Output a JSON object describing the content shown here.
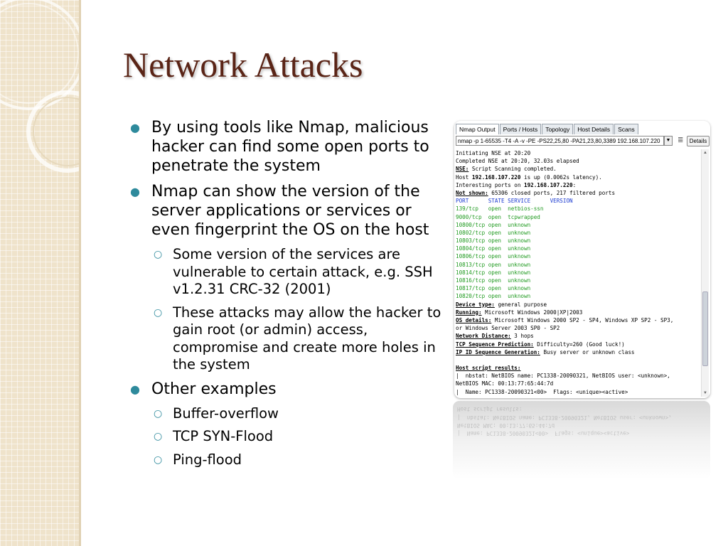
{
  "slide": {
    "title": "Network Attacks",
    "bullets": [
      {
        "text": "By using tools like Nmap, malicious hacker can find some open ports to penetrate the system"
      },
      {
        "text": "Nmap can show the version of the server applications or services or even fingerprint the OS on the host",
        "sub": [
          "Some version of the services are vulnerable to certain attack, e.g. SSH v1.2.31 CRC-32 (2001)",
          "These attacks may allow the hacker to gain root (or admin) access, compromise and create more holes in the system"
        ]
      },
      {
        "text": "Other examples",
        "sub": [
          "Buffer-overflow",
          "TCP SYN-Flood",
          "Ping-flood"
        ]
      }
    ]
  },
  "nmap": {
    "tabs": [
      "Nmap Output",
      "Ports / Hosts",
      "Topology",
      "Host Details",
      "Scans"
    ],
    "active_tab": "Nmap Output",
    "command": "nmap -p 1-65535 -T4 -A -v -PE -PS22,25,80 -PA21,23,80,3389 192.168.107.220",
    "details_label": "Details",
    "icons": {
      "dropdown": "dropdown-arrow-icon",
      "menu": "menu-icon"
    },
    "output": [
      {
        "t": "Initiating NSE at 20:20"
      },
      {
        "t": "Completed NSE at 20:20, 32.03s elapsed"
      },
      {
        "lbl": "NSE:",
        "t": " Script Scanning completed."
      },
      {
        "pre": "Host ",
        "b": "192.168.107.220",
        "t": " is up (0.0062s latency)."
      },
      {
        "pre": "Interesting ports on ",
        "b": "192.168.107.220",
        "t": ":"
      },
      {
        "lbl": "Not shown:",
        "t": " 65306 closed ports, 217 filtered ports"
      },
      {
        "t": "PORT      STATE SERVICE      VERSION",
        "c": "blue"
      },
      {
        "t": "139/tcp   open  netbios-ssn",
        "c": "green"
      },
      {
        "t": "9000/tcp  open  tcpwrapped",
        "c": "green"
      },
      {
        "t": "10800/tcp open  unknown",
        "c": "green"
      },
      {
        "t": "10802/tcp open  unknown",
        "c": "green"
      },
      {
        "t": "10803/tcp open  unknown",
        "c": "green"
      },
      {
        "t": "10804/tcp open  unknown",
        "c": "green"
      },
      {
        "t": "10806/tcp open  unknown",
        "c": "green"
      },
      {
        "t": "10813/tcp open  unknown",
        "c": "green"
      },
      {
        "t": "10814/tcp open  unknown",
        "c": "green"
      },
      {
        "t": "10816/tcp open  unknown",
        "c": "green"
      },
      {
        "t": "10817/tcp open  unknown",
        "c": "green"
      },
      {
        "t": "10820/tcp open  unknown",
        "c": "green"
      },
      {
        "lbl": "Device type:",
        "t": " general purpose"
      },
      {
        "lbl": "Running:",
        "t": " Microsoft Windows 2000|XP|2003"
      },
      {
        "lbl": "OS details:",
        "t": " Microsoft Windows 2000 SP2 - SP4, Windows XP SP2 - SP3,"
      },
      {
        "t": "or Windows Server 2003 SP0 - SP2"
      },
      {
        "lbl": "Network Distance:",
        "t": " 3 hops"
      },
      {
        "lbl": "TCP Sequence Prediction:",
        "t": " Difficulty=260 (Good luck!)"
      },
      {
        "lbl": "IP ID Sequence Generation:",
        "t": " Busy server or unknown class"
      },
      {
        "t": ""
      },
      {
        "lbl": "Host script results:",
        "t": ""
      },
      {
        "t": "|  nbstat: NetBIOS name: PC1338-20090321, NetBIOS user: <unknown>,"
      },
      {
        "t": "NetBIOS MAC: 00:13:77:65:44:7d"
      },
      {
        "t": "|  Name: PC1338-20090321<00>  Flags: <unique><active>"
      }
    ],
    "reflection": [
      "|  Name: PC1338-20090321<00>  Flags: <unique><active>",
      "NetBIOS MAC: 00:13:77:65:44:7d",
      "|  nbstat: NetBIOS name: PC1338-20090321, NetBIOS user: <unknown>,",
      "Host script results:"
    ]
  }
}
